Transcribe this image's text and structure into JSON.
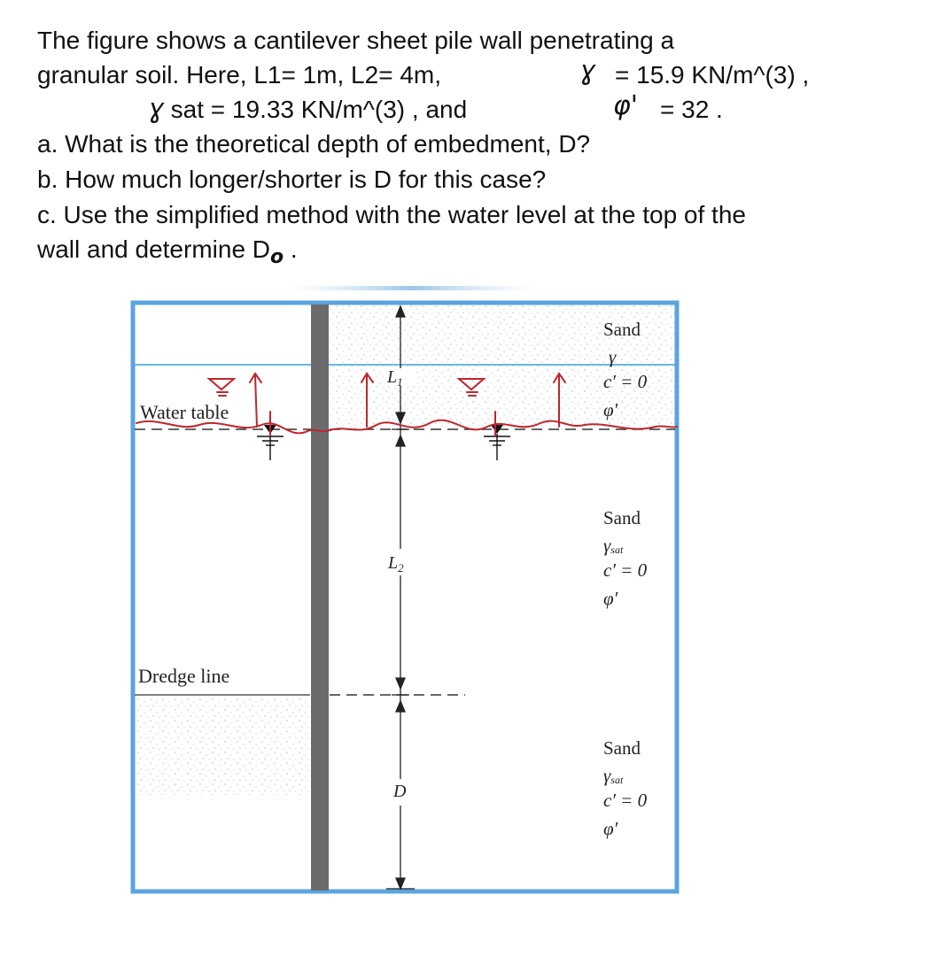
{
  "problem": {
    "line1": "The figure shows a cantilever sheet pile wall penetrating a",
    "line2a": "granular soil. Here, L1= 1m, L2= 4m,",
    "gamma_symbol": "ɣ",
    "line2b": "= 15.9 KN/m^(3) ,",
    "line3a": "sat = 19.33 KN/m^(3) ,   and",
    "phi_symbol": "φ'",
    "line3b": "= 32   .",
    "qa": "a. What is the theoretical depth of embedment, D?",
    "qb": "b. How much longer/shorter is D for this case?",
    "qc1": "c. Use the simplified method with the water level at the top of the",
    "qc2": "wall and determine D",
    "qc2_sub": "o",
    "qc2_end": " ."
  },
  "figure": {
    "water_table_label": "Water table",
    "dredge_line_label": "Dredge line",
    "dim_L1": "L",
    "dim_L1_sub": "1",
    "dim_L2": "L",
    "dim_L2_sub": "2",
    "dim_D": "D",
    "layers": [
      {
        "soil": "Sand",
        "unit_weight": "γ",
        "cohesion": "c′ = 0",
        "friction": "φ′"
      },
      {
        "soil": "Sand",
        "unit_weight": "γ",
        "unit_weight_sub": "sat",
        "cohesion": "c′ = 0",
        "friction": "φ′"
      },
      {
        "soil": "Sand",
        "unit_weight": "γ",
        "unit_weight_sub": "sat",
        "cohesion": "c′ = 0",
        "friction": "φ′"
      }
    ],
    "colors": {
      "frame": "#5aa4e0",
      "wall": "#6b6b6d",
      "water_line": "#3aa0d8",
      "red_annotation": "#c0262c",
      "sand_dots": "#b9cfe4"
    }
  }
}
